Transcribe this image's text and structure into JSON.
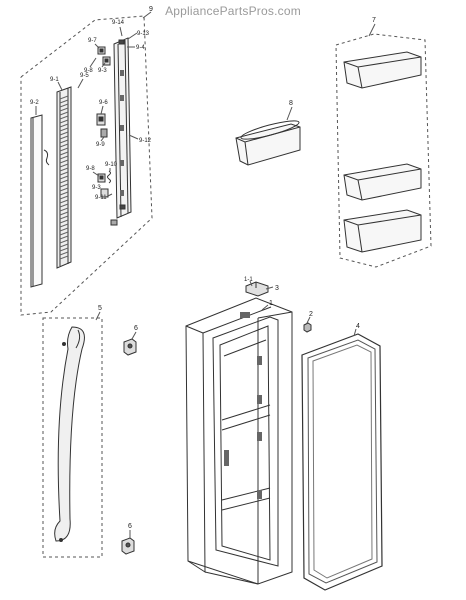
{
  "watermark": "AppliancePartsPros.com",
  "callouts": {
    "c1": "1",
    "c1_1": "1-1",
    "c2": "2",
    "c3": "3",
    "c4": "4",
    "c5": "5",
    "c6a": "6",
    "c6b": "6",
    "c7": "7",
    "c8": "8",
    "c9": "9",
    "c9_1": "9-1",
    "c9_2": "9-2",
    "c9_3a": "9-3",
    "c9_3b": "9-3",
    "c9_4": "9-4",
    "c9_5": "9-5",
    "c9_6": "9-6",
    "c9_7": "9-7",
    "c9_8a": "9-8",
    "c9_8b": "9-8",
    "c9_9": "9-9",
    "c9_10": "9-10",
    "c9_11": "9-11",
    "c9_12": "9-12",
    "c9_13": "9-13",
    "c9_14": "9-14"
  }
}
